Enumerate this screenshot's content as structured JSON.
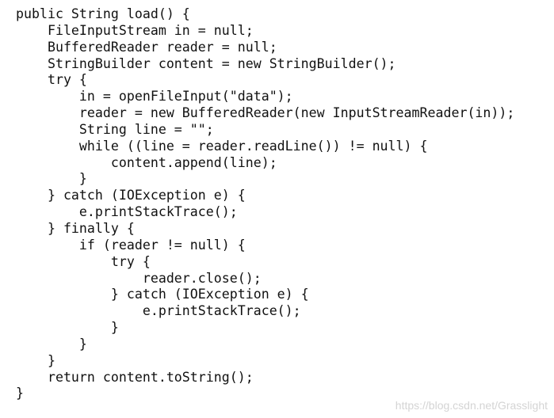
{
  "code": {
    "lines": [
      "public String load() {",
      "    FileInputStream in = null;",
      "    BufferedReader reader = null;",
      "    StringBuilder content = new StringBuilder();",
      "    try {",
      "        in = openFileInput(\"data\");",
      "        reader = new BufferedReader(new InputStreamReader(in));",
      "        String line = \"\";",
      "        while ((line = reader.readLine()) != null) {",
      "            content.append(line);",
      "        }",
      "    } catch (IOException e) {",
      "        e.printStackTrace();",
      "    } finally {",
      "        if (reader != null) {",
      "            try {",
      "                reader.close();",
      "            } catch (IOException e) {",
      "                e.printStackTrace();",
      "            }",
      "        }",
      "    }",
      "    return content.toString();",
      "}"
    ]
  },
  "watermark": {
    "text": "https://blog.csdn.net/Grasslight"
  }
}
